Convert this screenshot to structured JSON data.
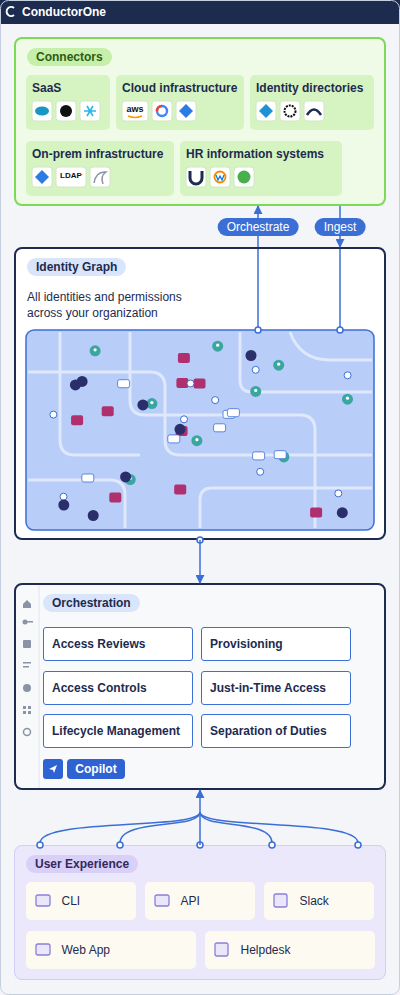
{
  "diagram": {
    "title": "ConductorOne",
    "nodes": [
      {
        "text": [
          "Connectors"
        ]
      },
      {
        "text": [
          "SaaS"
        ],
        "in": 0
      },
      {
        "text": [
          "Cloud infrastructure"
        ],
        "in": 0
      },
      {
        "text": [
          "Identity directories"
        ],
        "in": 0
      },
      {
        "text": [
          "On-prem infrastructure"
        ],
        "in": 0
      },
      {
        "text": [
          "HR information systems"
        ],
        "in": 0
      },
      {
        "text": [
          "Identity Graph",
          "All identities and permissions across your organization"
        ]
      },
      {
        "text": [
          "Orchestration"
        ]
      },
      {
        "text": [
          "Access Reviews"
        ],
        "in": 7
      },
      {
        "text": [
          "Provisioning"
        ],
        "in": 7
      },
      {
        "text": [
          "Access Controls"
        ],
        "in": 7
      },
      {
        "text": [
          "Just-in-Time Access"
        ],
        "in": 7
      },
      {
        "text": [
          "Lifecycle Management"
        ],
        "in": 7
      },
      {
        "text": [
          "Separation of Duties"
        ],
        "in": 7
      },
      {
        "text": [
          "Copilot"
        ],
        "in": 7
      },
      {
        "text": [
          "User Experience"
        ]
      },
      {
        "text": [
          "CLI"
        ],
        "in": 15
      },
      {
        "text": [
          "API"
        ],
        "in": 15
      },
      {
        "text": [
          "Slack"
        ],
        "in": 15
      },
      {
        "text": [
          "Web App"
        ],
        "in": 15
      },
      {
        "text": [
          "Helpdesk"
        ],
        "in": 15
      }
    ],
    "edges": [
      {
        "from": 6,
        "to": 0,
        "label": "Orchestrate",
        "arrow": "to"
      },
      {
        "from": 0,
        "to": 6,
        "label": "Ingest",
        "arrow": "to"
      },
      {
        "from": 6,
        "to": 7,
        "arrow": "to"
      },
      {
        "from": 15,
        "to": 7,
        "arrow": "to"
      }
    ],
    "labels": [
      "aws",
      "LDAP"
    ]
  }
}
